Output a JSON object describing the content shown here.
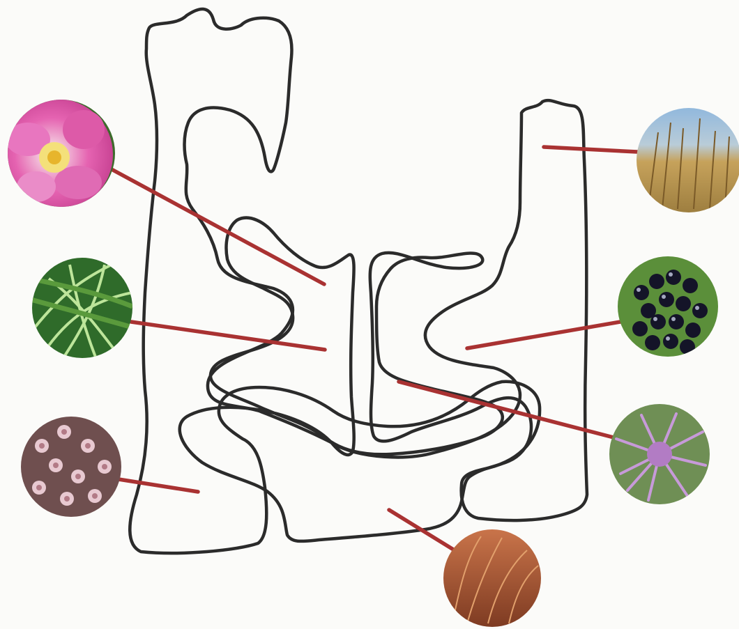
{
  "colors": {
    "background": "#fbfbf9",
    "outline": "#2b2b2b",
    "leader_line": "#a93232"
  },
  "garden_bed": {
    "regions": [
      "wild-rose-zone",
      "sedge-zone",
      "milkweed-zone",
      "prairie-grass-zone",
      "elderberry-zone",
      "bee-balm-zone",
      "little-bluestem-zone"
    ]
  },
  "plants": [
    {
      "id": "wild-rose",
      "icon": "pink-rose-flower-photo"
    },
    {
      "id": "sedge",
      "icon": "green-striped-grass-photo"
    },
    {
      "id": "milkweed",
      "icon": "pink-milkweed-cluster-photo"
    },
    {
      "id": "prairie-grass",
      "icon": "golden-tall-grass-photo"
    },
    {
      "id": "elderberry",
      "icon": "black-berry-cluster-photo"
    },
    {
      "id": "bee-balm",
      "icon": "lavender-bee-balm-photo"
    },
    {
      "id": "little-bluestem",
      "icon": "rust-red-grass-photo"
    }
  ]
}
